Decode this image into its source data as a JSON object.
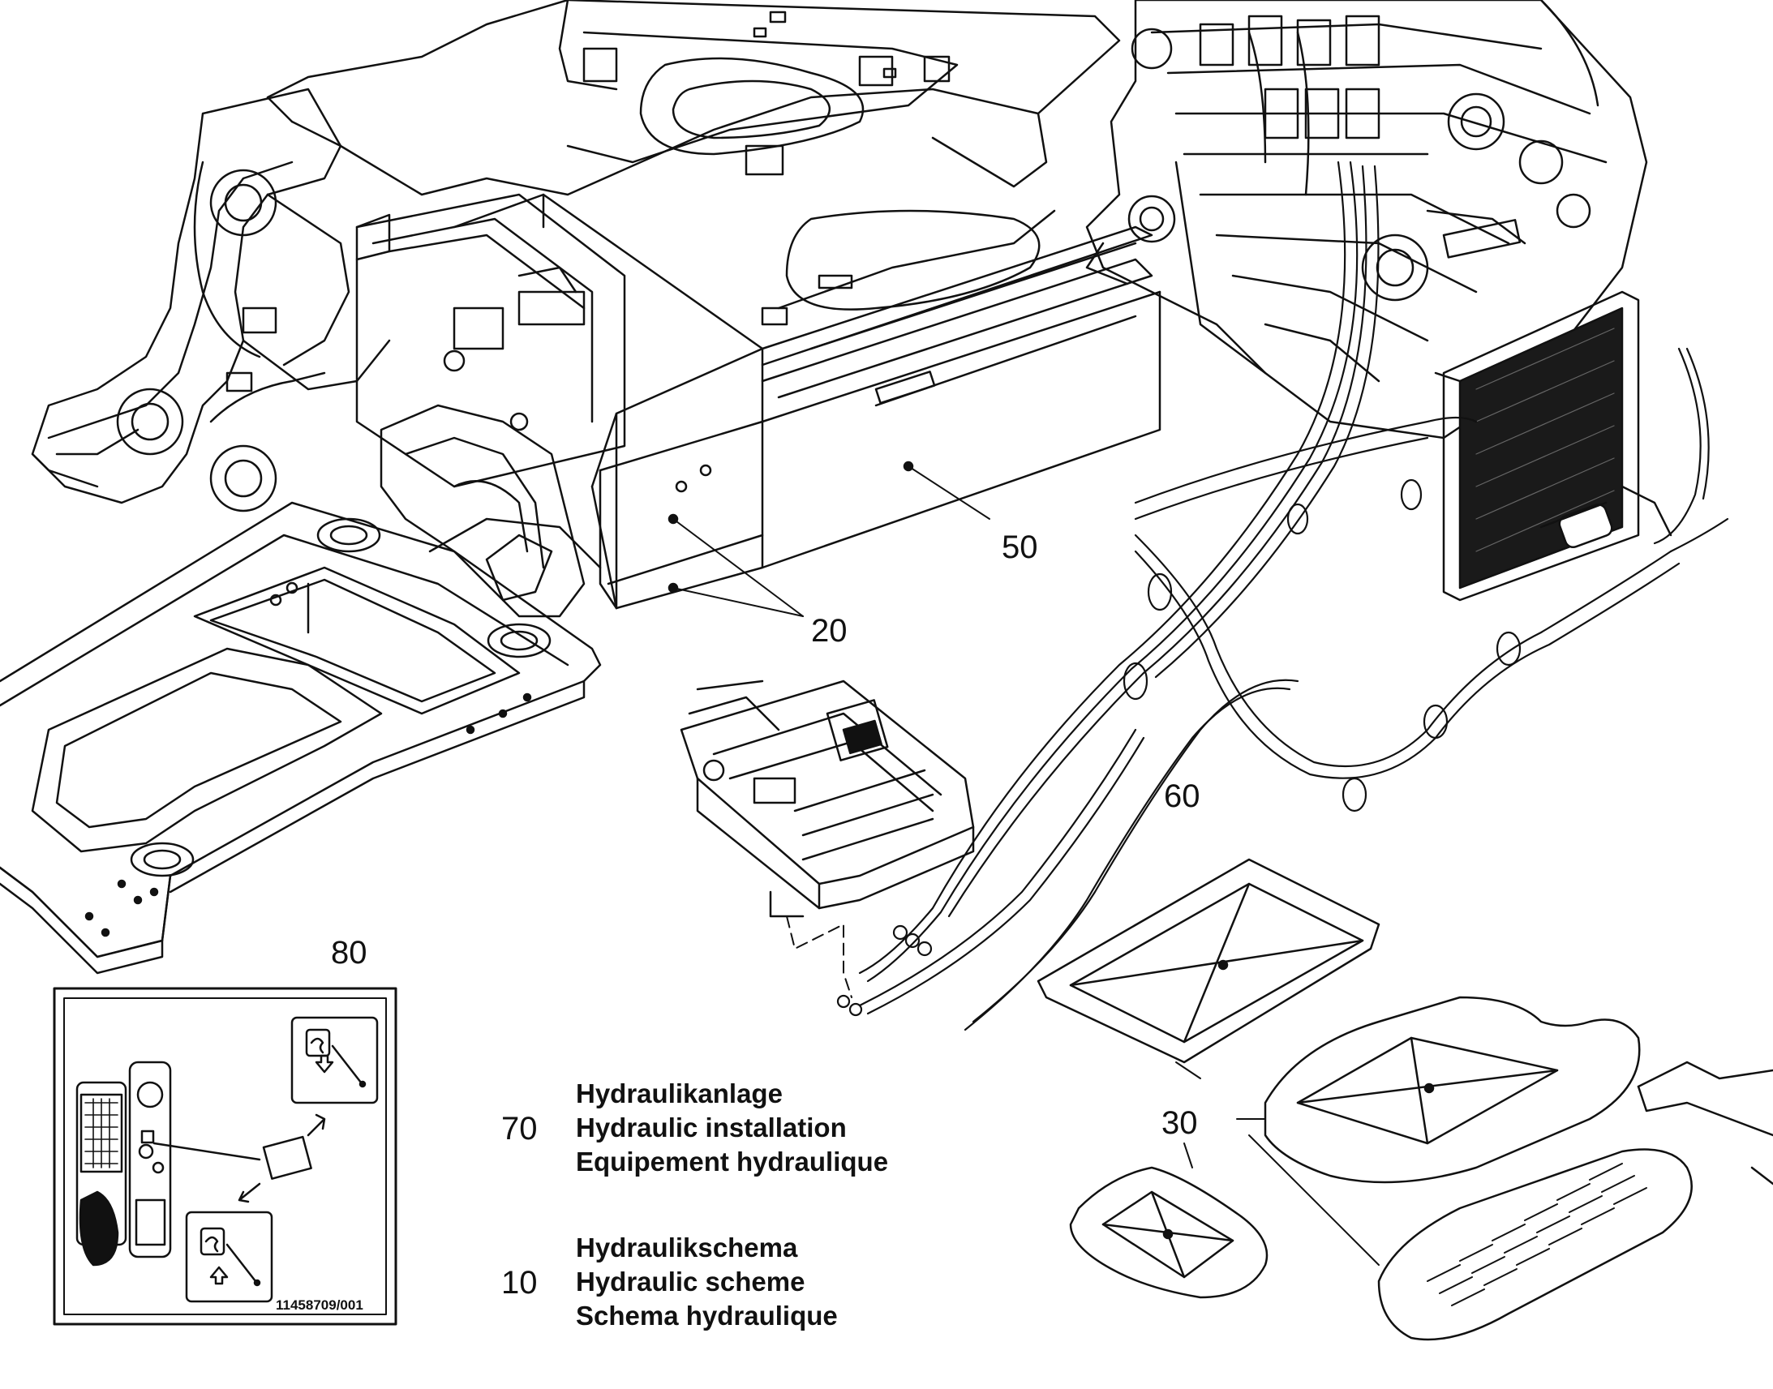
{
  "callouts": {
    "c20": "20",
    "c30": "30",
    "c50": "50",
    "c60": "60",
    "c80": "80"
  },
  "legend": [
    {
      "number": "70",
      "lines": [
        "Hydraulikanlage",
        "Hydraulic installation",
        "Equipement hydraulique"
      ]
    },
    {
      "number": "10",
      "lines": [
        "Hydraulikschema",
        "Hydraulic scheme",
        "Schema hydraulique"
      ]
    }
  ],
  "decal": {
    "part_number": "11458709/001"
  },
  "colors": {
    "line": "#111111",
    "background": "#ffffff",
    "radiator_core": "#1a1a1a"
  }
}
